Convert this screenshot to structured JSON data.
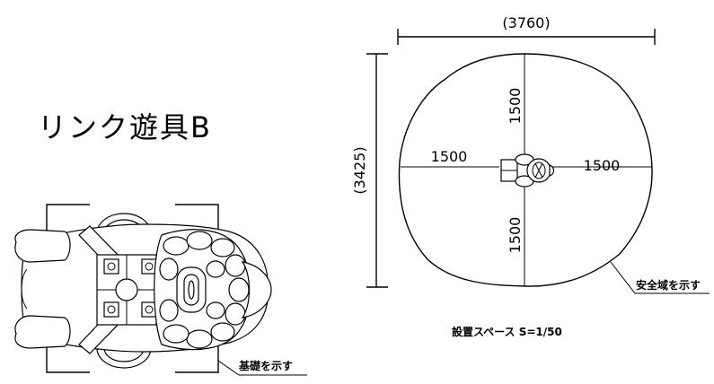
{
  "title": "リンク遊具B",
  "foundation_label": "基礎を示す",
  "safety_label": "安全域を示す",
  "scale_label": "設置スペース S=1/50",
  "dimensions": {
    "overall_width": "(3760)",
    "overall_depth": "(3425)",
    "top": "1500",
    "bottom": "1500",
    "left": "1500",
    "right": "1500"
  }
}
